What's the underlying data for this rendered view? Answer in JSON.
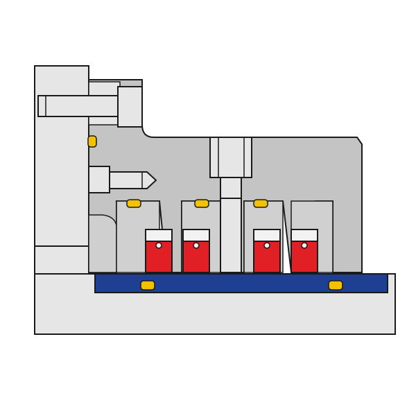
{
  "diagram": {
    "colors": {
      "background": "#ffffff",
      "outline": "#1a1a1a",
      "housing_light": "#e6e6e6",
      "housing_mid": "#cfcfcf",
      "seal_face": "#d0d0d0",
      "gland_dark": "#c4c4c4",
      "spring_red": "#e12026",
      "spring_cap": "#f2f2f2",
      "oring_yellow": "#f2c200",
      "shaft_blue": "#1f3f93",
      "shaft_sleeve": "#d9d9d9"
    },
    "components": {
      "hex_bolts": 2,
      "set_screw": 1,
      "springs": 4,
      "orings": 6,
      "drive_pin": 1
    }
  }
}
